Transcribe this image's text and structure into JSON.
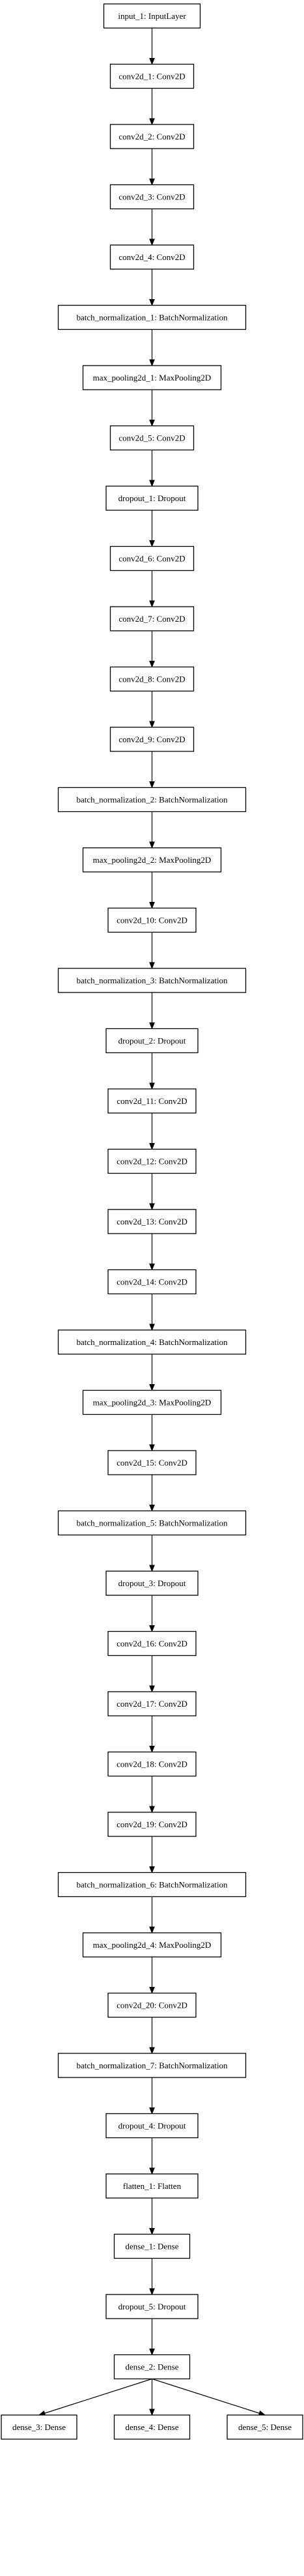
{
  "diagram": {
    "nodes": [
      {
        "id": "n0",
        "label": "input_1: InputLayer"
      },
      {
        "id": "n1",
        "label": "conv2d_1: Conv2D"
      },
      {
        "id": "n2",
        "label": "conv2d_2: Conv2D"
      },
      {
        "id": "n3",
        "label": "conv2d_3: Conv2D"
      },
      {
        "id": "n4",
        "label": "conv2d_4: Conv2D"
      },
      {
        "id": "n5",
        "label": "batch_normalization_1: BatchNormalization"
      },
      {
        "id": "n6",
        "label": "max_pooling2d_1: MaxPooling2D"
      },
      {
        "id": "n7",
        "label": "conv2d_5: Conv2D"
      },
      {
        "id": "n8",
        "label": "dropout_1: Dropout"
      },
      {
        "id": "n9",
        "label": "conv2d_6: Conv2D"
      },
      {
        "id": "n10",
        "label": "conv2d_7: Conv2D"
      },
      {
        "id": "n11",
        "label": "conv2d_8: Conv2D"
      },
      {
        "id": "n12",
        "label": "conv2d_9: Conv2D"
      },
      {
        "id": "n13",
        "label": "batch_normalization_2: BatchNormalization"
      },
      {
        "id": "n14",
        "label": "max_pooling2d_2: MaxPooling2D"
      },
      {
        "id": "n15",
        "label": "conv2d_10: Conv2D"
      },
      {
        "id": "n16",
        "label": "batch_normalization_3: BatchNormalization"
      },
      {
        "id": "n17",
        "label": "dropout_2: Dropout"
      },
      {
        "id": "n18",
        "label": "conv2d_11: Conv2D"
      },
      {
        "id": "n19",
        "label": "conv2d_12: Conv2D"
      },
      {
        "id": "n20",
        "label": "conv2d_13: Conv2D"
      },
      {
        "id": "n21",
        "label": "conv2d_14: Conv2D"
      },
      {
        "id": "n22",
        "label": "batch_normalization_4: BatchNormalization"
      },
      {
        "id": "n23",
        "label": "max_pooling2d_3: MaxPooling2D"
      },
      {
        "id": "n24",
        "label": "conv2d_15: Conv2D"
      },
      {
        "id": "n25",
        "label": "batch_normalization_5: BatchNormalization"
      },
      {
        "id": "n26",
        "label": "dropout_3: Dropout"
      },
      {
        "id": "n27",
        "label": "conv2d_16: Conv2D"
      },
      {
        "id": "n28",
        "label": "conv2d_17: Conv2D"
      },
      {
        "id": "n29",
        "label": "conv2d_18: Conv2D"
      },
      {
        "id": "n30",
        "label": "conv2d_19: Conv2D"
      },
      {
        "id": "n31",
        "label": "batch_normalization_6: BatchNormalization"
      },
      {
        "id": "n32",
        "label": "max_pooling2d_4: MaxPooling2D"
      },
      {
        "id": "n33",
        "label": "conv2d_20: Conv2D"
      },
      {
        "id": "n34",
        "label": "batch_normalization_7: BatchNormalization"
      },
      {
        "id": "n35",
        "label": "dropout_4: Dropout"
      },
      {
        "id": "n36",
        "label": "flatten_1: Flatten"
      },
      {
        "id": "n37",
        "label": "dense_1: Dense"
      },
      {
        "id": "n38",
        "label": "dropout_5: Dropout"
      },
      {
        "id": "n39",
        "label": "dense_2: Dense"
      },
      {
        "id": "n40",
        "label": "dense_3: Dense"
      },
      {
        "id": "n41",
        "label": "dense_4: Dense"
      },
      {
        "id": "n42",
        "label": "dense_5: Dense"
      }
    ],
    "edges": [
      [
        "n0",
        "n1"
      ],
      [
        "n1",
        "n2"
      ],
      [
        "n2",
        "n3"
      ],
      [
        "n3",
        "n4"
      ],
      [
        "n4",
        "n5"
      ],
      [
        "n5",
        "n6"
      ],
      [
        "n6",
        "n7"
      ],
      [
        "n7",
        "n8"
      ],
      [
        "n8",
        "n9"
      ],
      [
        "n9",
        "n10"
      ],
      [
        "n10",
        "n11"
      ],
      [
        "n11",
        "n12"
      ],
      [
        "n12",
        "n13"
      ],
      [
        "n13",
        "n14"
      ],
      [
        "n14",
        "n15"
      ],
      [
        "n15",
        "n16"
      ],
      [
        "n16",
        "n17"
      ],
      [
        "n17",
        "n18"
      ],
      [
        "n18",
        "n19"
      ],
      [
        "n19",
        "n20"
      ],
      [
        "n20",
        "n21"
      ],
      [
        "n21",
        "n22"
      ],
      [
        "n22",
        "n23"
      ],
      [
        "n23",
        "n24"
      ],
      [
        "n24",
        "n25"
      ],
      [
        "n25",
        "n26"
      ],
      [
        "n26",
        "n27"
      ],
      [
        "n27",
        "n28"
      ],
      [
        "n28",
        "n29"
      ],
      [
        "n29",
        "n30"
      ],
      [
        "n30",
        "n31"
      ],
      [
        "n31",
        "n32"
      ],
      [
        "n32",
        "n33"
      ],
      [
        "n33",
        "n34"
      ],
      [
        "n34",
        "n35"
      ],
      [
        "n35",
        "n36"
      ],
      [
        "n36",
        "n37"
      ],
      [
        "n37",
        "n38"
      ],
      [
        "n38",
        "n39"
      ],
      [
        "n39",
        "n40"
      ],
      [
        "n39",
        "n41"
      ],
      [
        "n39",
        "n42"
      ]
    ],
    "colors": {
      "stroke": "#000000",
      "fill": "#ffffff",
      "text": "#000000",
      "background": "#ffffff"
    }
  }
}
